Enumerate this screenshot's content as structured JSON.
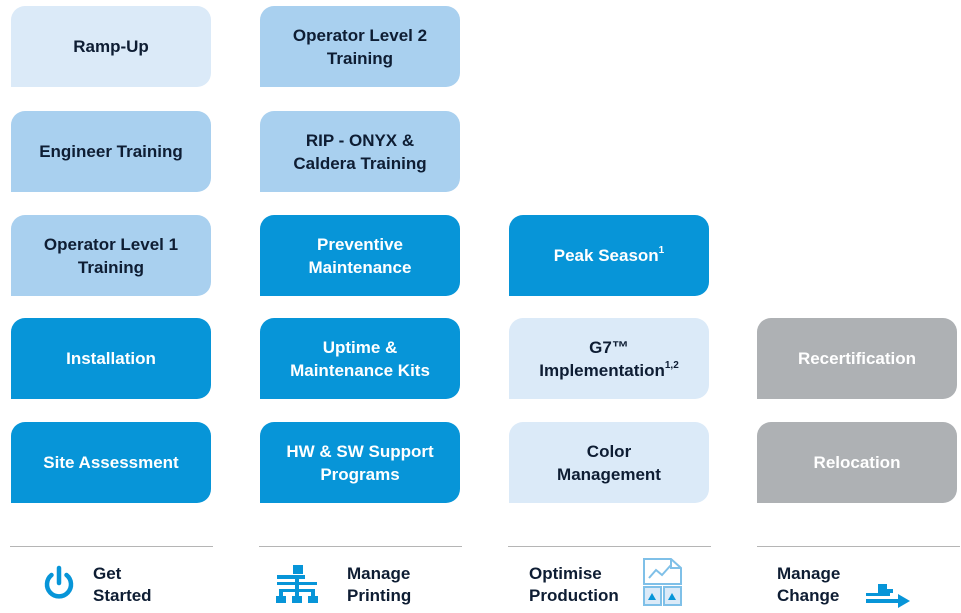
{
  "columns": [
    {
      "category": {
        "line1": "Get",
        "line2": "Started",
        "icon": "power-icon"
      },
      "tiles": [
        {
          "lines": [
            "Ramp-Up"
          ],
          "style": "lightest"
        },
        {
          "lines": [
            "Engineer Training"
          ],
          "style": "light"
        },
        {
          "lines": [
            "Operator Level 1",
            "Training"
          ],
          "style": "light"
        },
        {
          "lines": [
            "Installation"
          ],
          "style": "dark"
        },
        {
          "lines": [
            "Site Assessment"
          ],
          "style": "dark"
        }
      ]
    },
    {
      "category": {
        "line1": "Manage",
        "line2": "Printing",
        "icon": "network-hierarchy-icon"
      },
      "tiles": [
        {
          "lines": [
            "Operator Level 2",
            "Training"
          ],
          "style": "light"
        },
        {
          "lines": [
            "RIP - ONYX &",
            "Caldera Training"
          ],
          "style": "light"
        },
        {
          "lines": [
            "Preventive",
            "Maintenance"
          ],
          "style": "dark"
        },
        {
          "lines": [
            "Uptime &",
            "Maintenance Kits"
          ],
          "style": "dark"
        },
        {
          "lines": [
            "HW & SW Support",
            "Programs"
          ],
          "style": "dark"
        }
      ]
    },
    {
      "category": {
        "line1": "Optimise",
        "line2": "Production",
        "icon": "chart-documents-icon"
      },
      "tiles": [
        {
          "lines": [
            "Peak Season"
          ],
          "sup": "1",
          "style": "dark"
        },
        {
          "lines": [
            "G7™",
            "Implementation"
          ],
          "sup": "1,2",
          "style": "lightest"
        },
        {
          "lines": [
            "Color",
            "Management"
          ],
          "style": "lightest"
        }
      ]
    },
    {
      "category": {
        "line1": "Manage",
        "line2": "Change",
        "icon": "relocation-arrow-icon"
      },
      "tiles": [
        {
          "lines": [
            "Recertification"
          ],
          "style": "gray"
        },
        {
          "lines": [
            "Relocation"
          ],
          "style": "gray"
        }
      ]
    }
  ],
  "colors": {
    "dark_blue": "#0795d8",
    "light_blue": "#a9d0ef",
    "lightest_blue": "#dbeaf8",
    "gray": "#aeb1b4",
    "text_dark": "#0e1d33"
  }
}
